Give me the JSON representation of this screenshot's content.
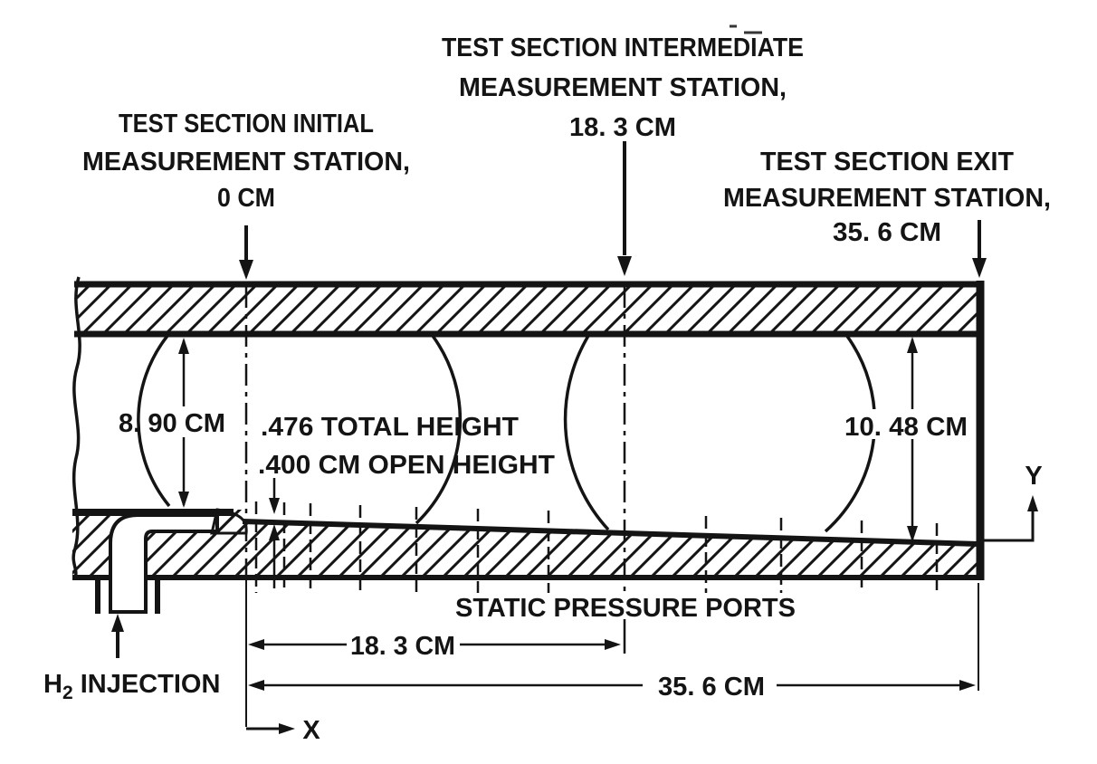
{
  "colors": {
    "paper": "#ffffff",
    "ink": "#141414"
  },
  "stations": {
    "initial": {
      "line1": "TEST SECTION INITIAL",
      "line2": "MEASUREMENT STATION,",
      "value": "0 CM"
    },
    "intermediate": {
      "line1": "TEST SECTION INTERMEDIATE",
      "line2": "MEASUREMENT STATION,",
      "value": "18. 3 CM"
    },
    "exit": {
      "line1": "TEST SECTION EXIT",
      "line2": "MEASUREMENT STATION,",
      "value": "35. 6 CM"
    }
  },
  "dimensions": {
    "initial_height": "8. 90 CM",
    "exit_height": "10. 48 CM",
    "slot_total": ".476 TOTAL HEIGHT",
    "slot_open": ".400 CM OPEN HEIGHT",
    "length_intermediate": "18. 3 CM",
    "length_exit": "35. 6 CM"
  },
  "annotations": {
    "static_ports": "STATIC PRESSURE PORTS",
    "h2_symbol": "H",
    "h2_subscript": "2",
    "h2_label": " INJECTION",
    "axis_x": "X",
    "axis_y": "Y"
  }
}
